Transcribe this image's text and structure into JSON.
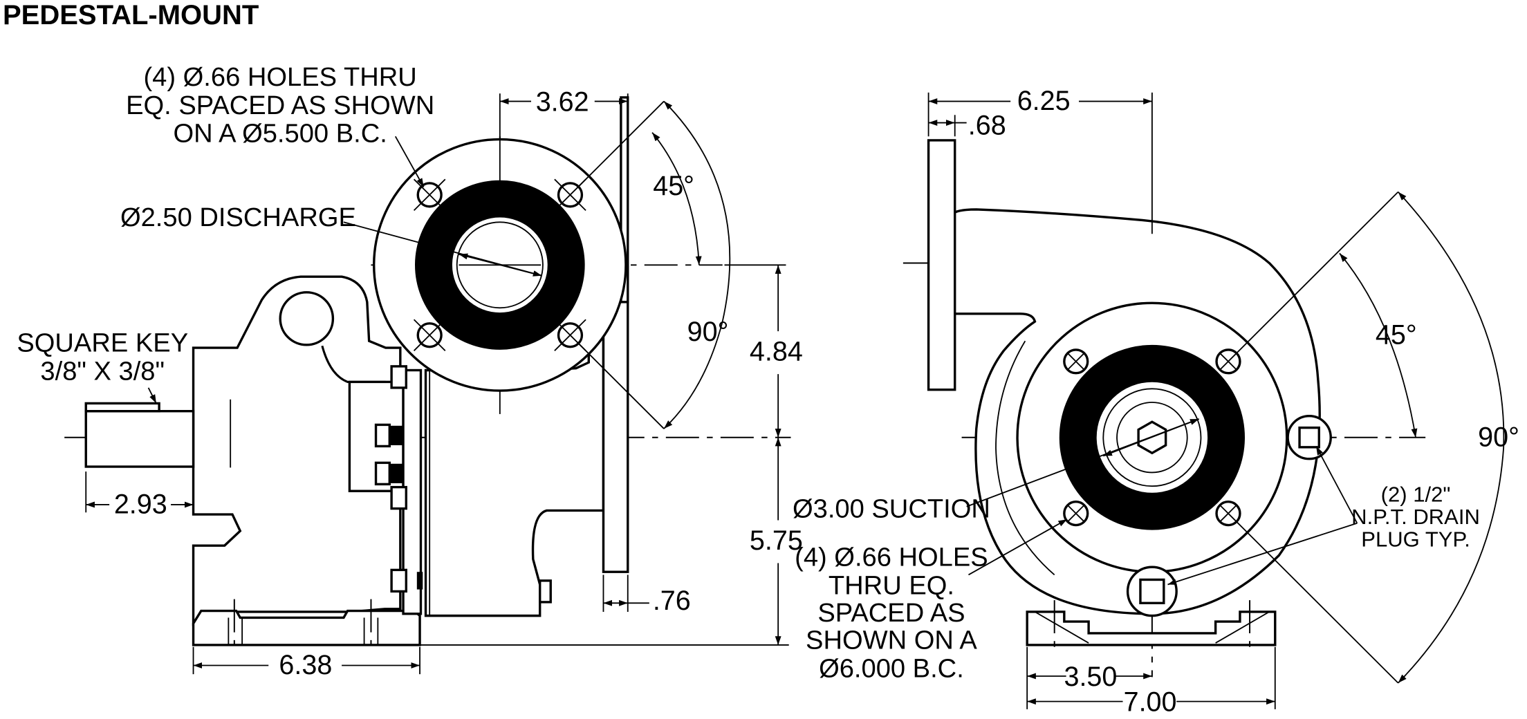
{
  "title": "PEDESTAL-MOUNT",
  "side_view": {
    "callout_holes": [
      "(4) Ø.66 HOLES THRU",
      "EQ. SPACED AS SHOWN",
      "ON A Ø5.500 B.C."
    ],
    "callout_discharge": "Ø2.50 DISCHARGE",
    "callout_key": [
      "SQUARE KEY",
      "3/8\" X 3/8\""
    ],
    "dims": {
      "d_362": "3.62",
      "d_45": "45°",
      "d_90": "90°",
      "d_484": "4.84",
      "d_575": "5.75",
      "d_293": "2.93",
      "d_076": ".76",
      "d_638": "6.38"
    }
  },
  "front_view": {
    "callout_suction": "Ø3.00 SUCTION",
    "callout_holes": [
      "(4) Ø.66 HOLES",
      "THRU EQ.",
      "SPACED AS",
      "SHOWN ON A",
      "Ø6.000 B.C."
    ],
    "callout_drain": [
      "(2) 1/2\"",
      "N.P.T. DRAIN",
      "PLUG TYP."
    ],
    "dims": {
      "d_625": "6.25",
      "d_068": ".68",
      "d_45": "45°",
      "d_90": "90°",
      "d_350": "3.50",
      "d_700": "7.00"
    }
  },
  "icons": [
    "arrowhead-icon"
  ]
}
